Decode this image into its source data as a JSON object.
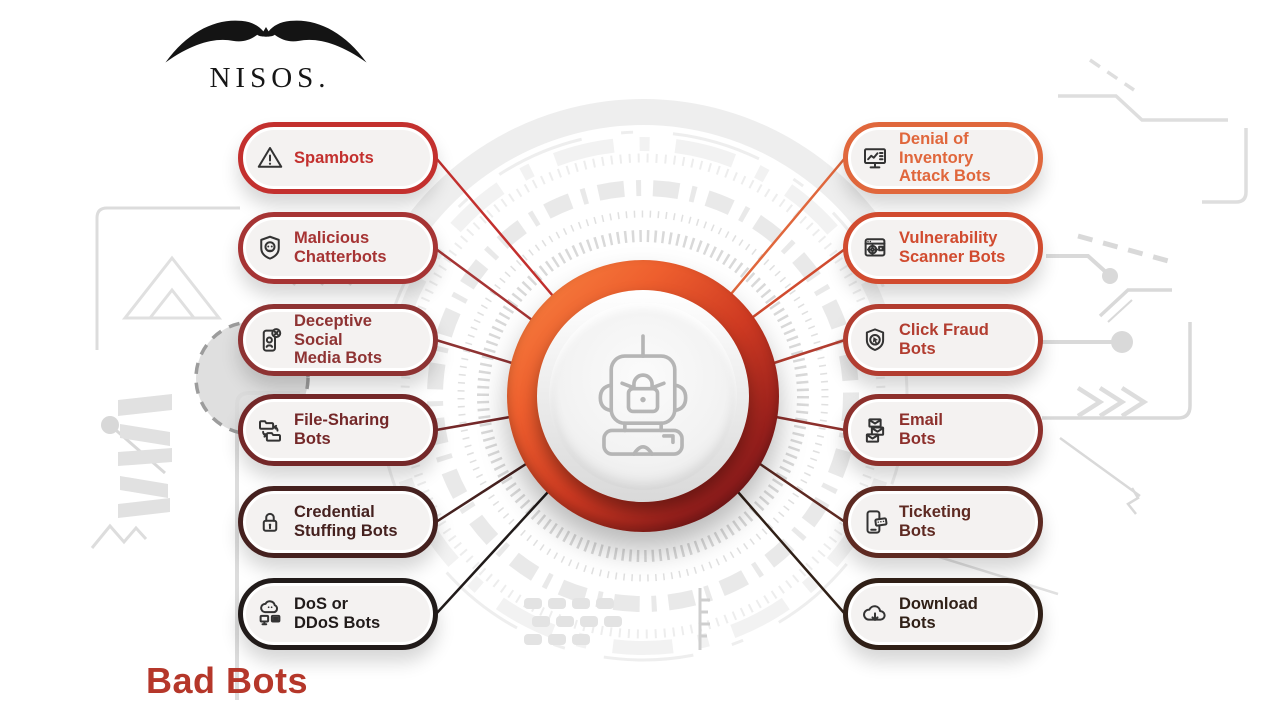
{
  "brand": {
    "name": "NISOS.",
    "logo_icon": "eagle-icon"
  },
  "title": "Bad Bots",
  "colors": {
    "title": "#b5372a",
    "pill_background": "#f4f2f1"
  },
  "hub": {
    "icon": "locked-robot-icon",
    "gradient": [
      "#f98a44 0%",
      "#ee5f2e 30%",
      "#ce3a22 55%",
      "#98201c 78%",
      "#67101a 100%"
    ]
  },
  "left_items": [
    {
      "label": [
        "Spambots"
      ],
      "icon": "warning-triangle-icon",
      "color": "#c3302e"
    },
    {
      "label": [
        "Malicious",
        "Chatterbots"
      ],
      "icon": "skull-shield-icon",
      "color": "#a63434"
    },
    {
      "label": [
        "Deceptive Social",
        "Media Bots"
      ],
      "icon": "deceptive-phone-icon",
      "color": "#8e3333"
    },
    {
      "label": [
        "File-Sharing",
        "Bots"
      ],
      "icon": "file-sharing-icon",
      "color": "#742829"
    },
    {
      "label": [
        "Credential",
        "Stuffing Bots"
      ],
      "icon": "padlock-icon",
      "color": "#45211f"
    },
    {
      "label": [
        "DoS or",
        "DDoS Bots"
      ],
      "icon": "ddos-cloud-icon",
      "color": "#211b1a"
    }
  ],
  "right_items": [
    {
      "label": [
        "Denial of",
        "Inventory",
        "Attack Bots"
      ],
      "icon": "inventory-monitor-icon",
      "color": "#e0673c"
    },
    {
      "label": [
        "Vulnerability",
        "Scanner Bots"
      ],
      "icon": "vulnerability-scanner-icon",
      "color": "#d14b2f"
    },
    {
      "label": [
        "Click Fraud",
        "Bots"
      ],
      "icon": "click-fraud-shield-icon",
      "color": "#b23d30"
    },
    {
      "label": [
        "Email",
        "Bots"
      ],
      "icon": "email-stack-icon",
      "color": "#8d302c"
    },
    {
      "label": [
        "Ticketing",
        "Bots"
      ],
      "icon": "ticketing-phone-icon",
      "color": "#5e2a22"
    },
    {
      "label": [
        "Download",
        "Bots"
      ],
      "icon": "cloud-download-icon",
      "color": "#302017"
    }
  ]
}
